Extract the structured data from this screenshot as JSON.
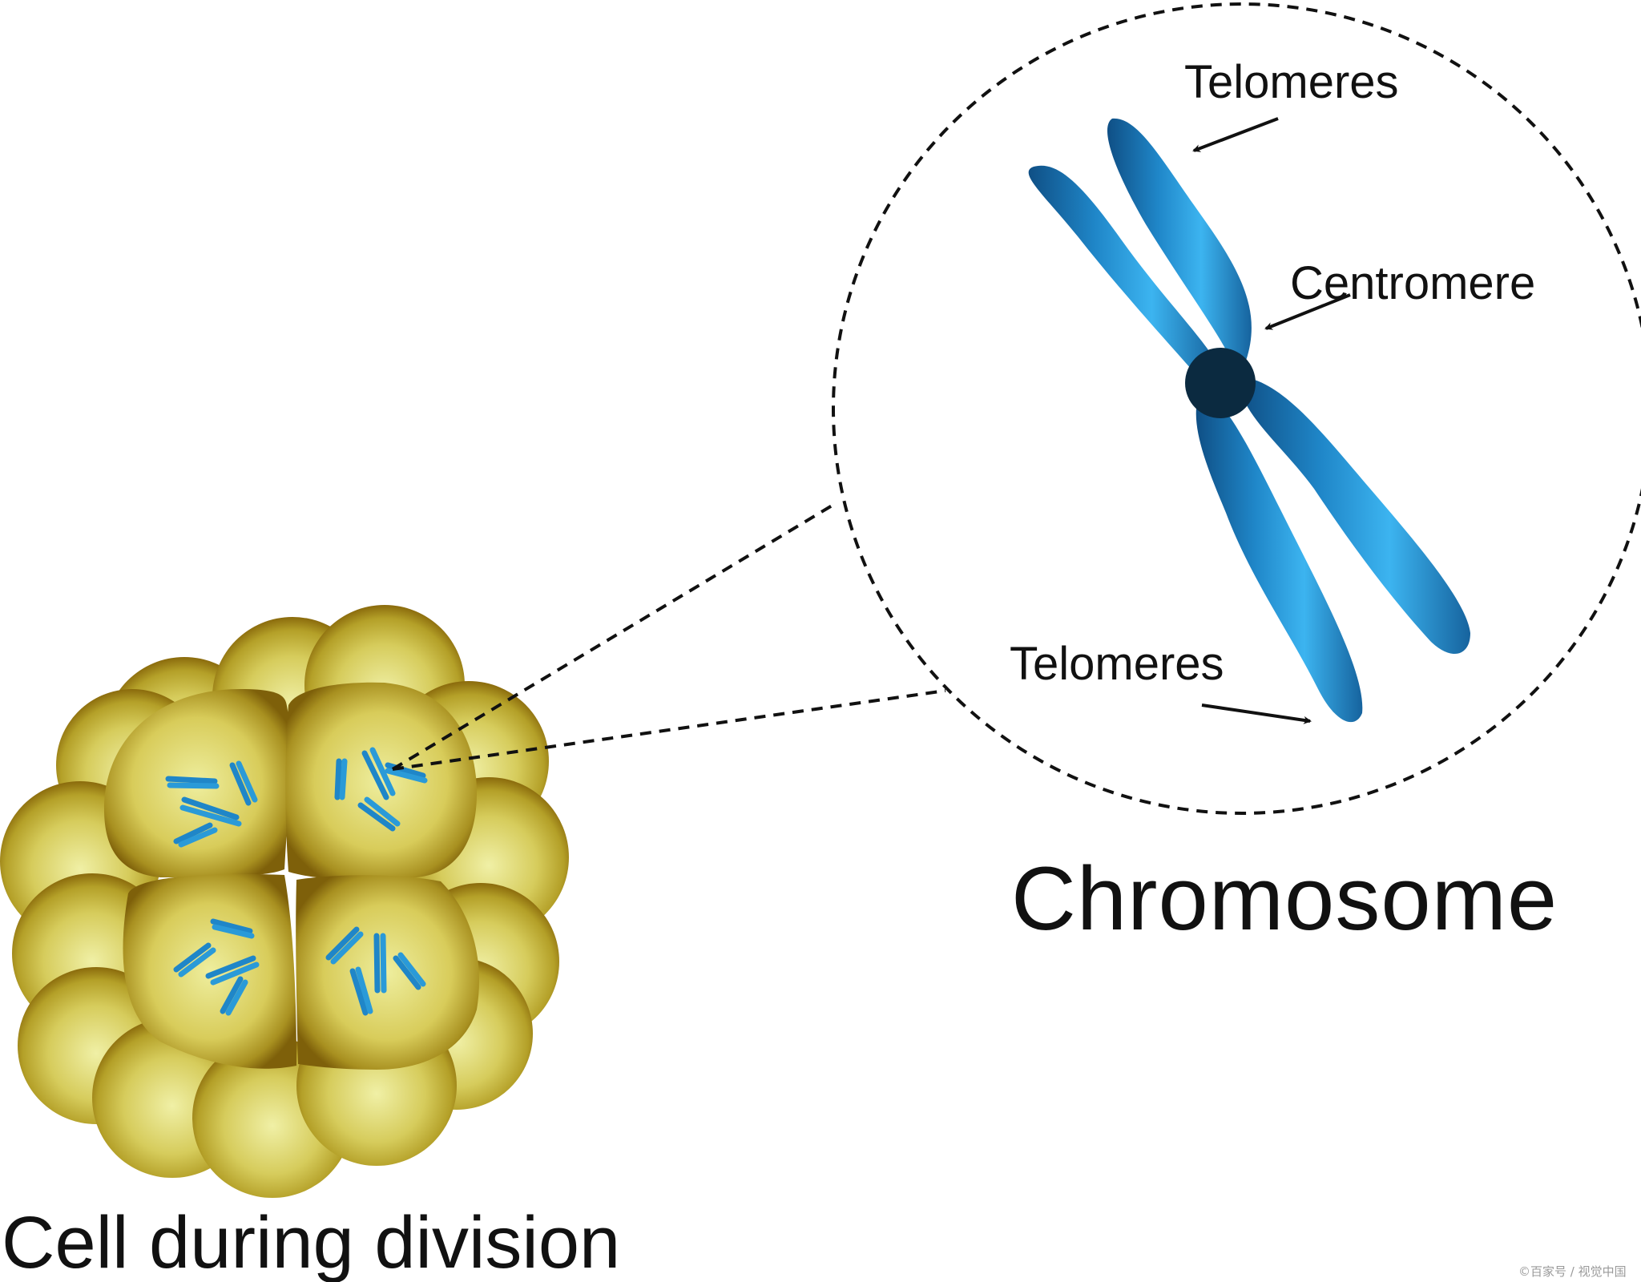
{
  "labels": {
    "telomeres_top": "Telomeres",
    "centromere": "Centromere",
    "telomeres_bottom": "Telomeres",
    "chromosome_title": "Chromosome",
    "cell_caption": "Cell during division",
    "watermark": "©百家号 / 视觉中国"
  },
  "colors": {
    "chromosome_light": "#3cb4f0",
    "chromosome_mid": "#1f86c8",
    "chromosome_dark": "#0f4f85",
    "centromere": "#0b2a40",
    "cell_light": "#ecec9a",
    "cell_mid": "#c8ba44",
    "cell_dark": "#8a6a0c",
    "dashed_line": "#111111"
  }
}
